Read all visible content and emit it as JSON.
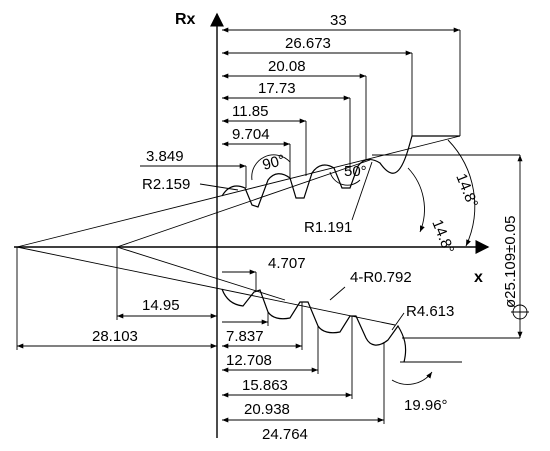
{
  "axes": {
    "y_label": "Rx",
    "x_label": "x"
  },
  "upper_dims": {
    "d33": "33",
    "d26673": "26.673",
    "d2008": "20.08",
    "d1773": "17.73",
    "d1185": "11.85",
    "d9704": "9.704",
    "d3849": "3.849"
  },
  "lower_dims": {
    "d4707": "4.707",
    "d1495": "14.95",
    "d28103": "28.103",
    "d7837": "7.837",
    "d12708": "12.708",
    "d15863": "15.863",
    "d20938": "20.938",
    "d24764": "24.764"
  },
  "radii": {
    "r2159": "R2.159",
    "r1191": "R1.191",
    "r4792": "4-R0.792",
    "r4613": "R4.613"
  },
  "angles": {
    "a90": "90°",
    "a50": "50°",
    "a148_inner": "14.8°",
    "a148_outer": "14.8°",
    "a1996": "19.96°"
  },
  "diameter": {
    "symbol": "Φ",
    "text": "ø25.109±0.05"
  }
}
